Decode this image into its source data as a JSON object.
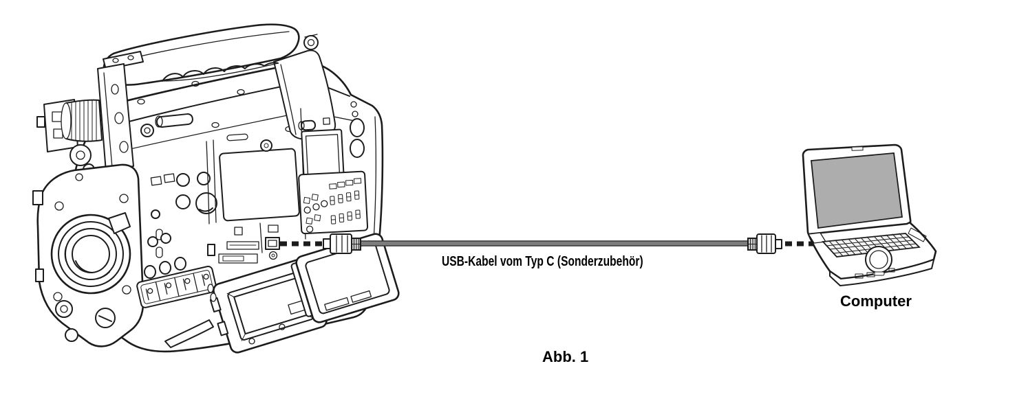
{
  "figure": {
    "cable_label": "USB-Kabel vom Typ C (Sonderzubehör)",
    "computer_label": "Computer",
    "caption": "Abb. 1"
  },
  "palette": {
    "line": "#1c1c1c",
    "cable-fill": "#7d7d7d",
    "cable-stroke": "#3c3c3c",
    "screen-fill": "#adadad",
    "bg": "#ffffff"
  },
  "icons": {
    "camera": "shoulder-camcorder-line-art",
    "computer": "notebook-laptop-line-art",
    "cable": "gray-usb-cable",
    "camera_plug": "usb-plug-icon",
    "computer_plug": "usb-plug-icon",
    "connection": "dashed-link-lines"
  }
}
